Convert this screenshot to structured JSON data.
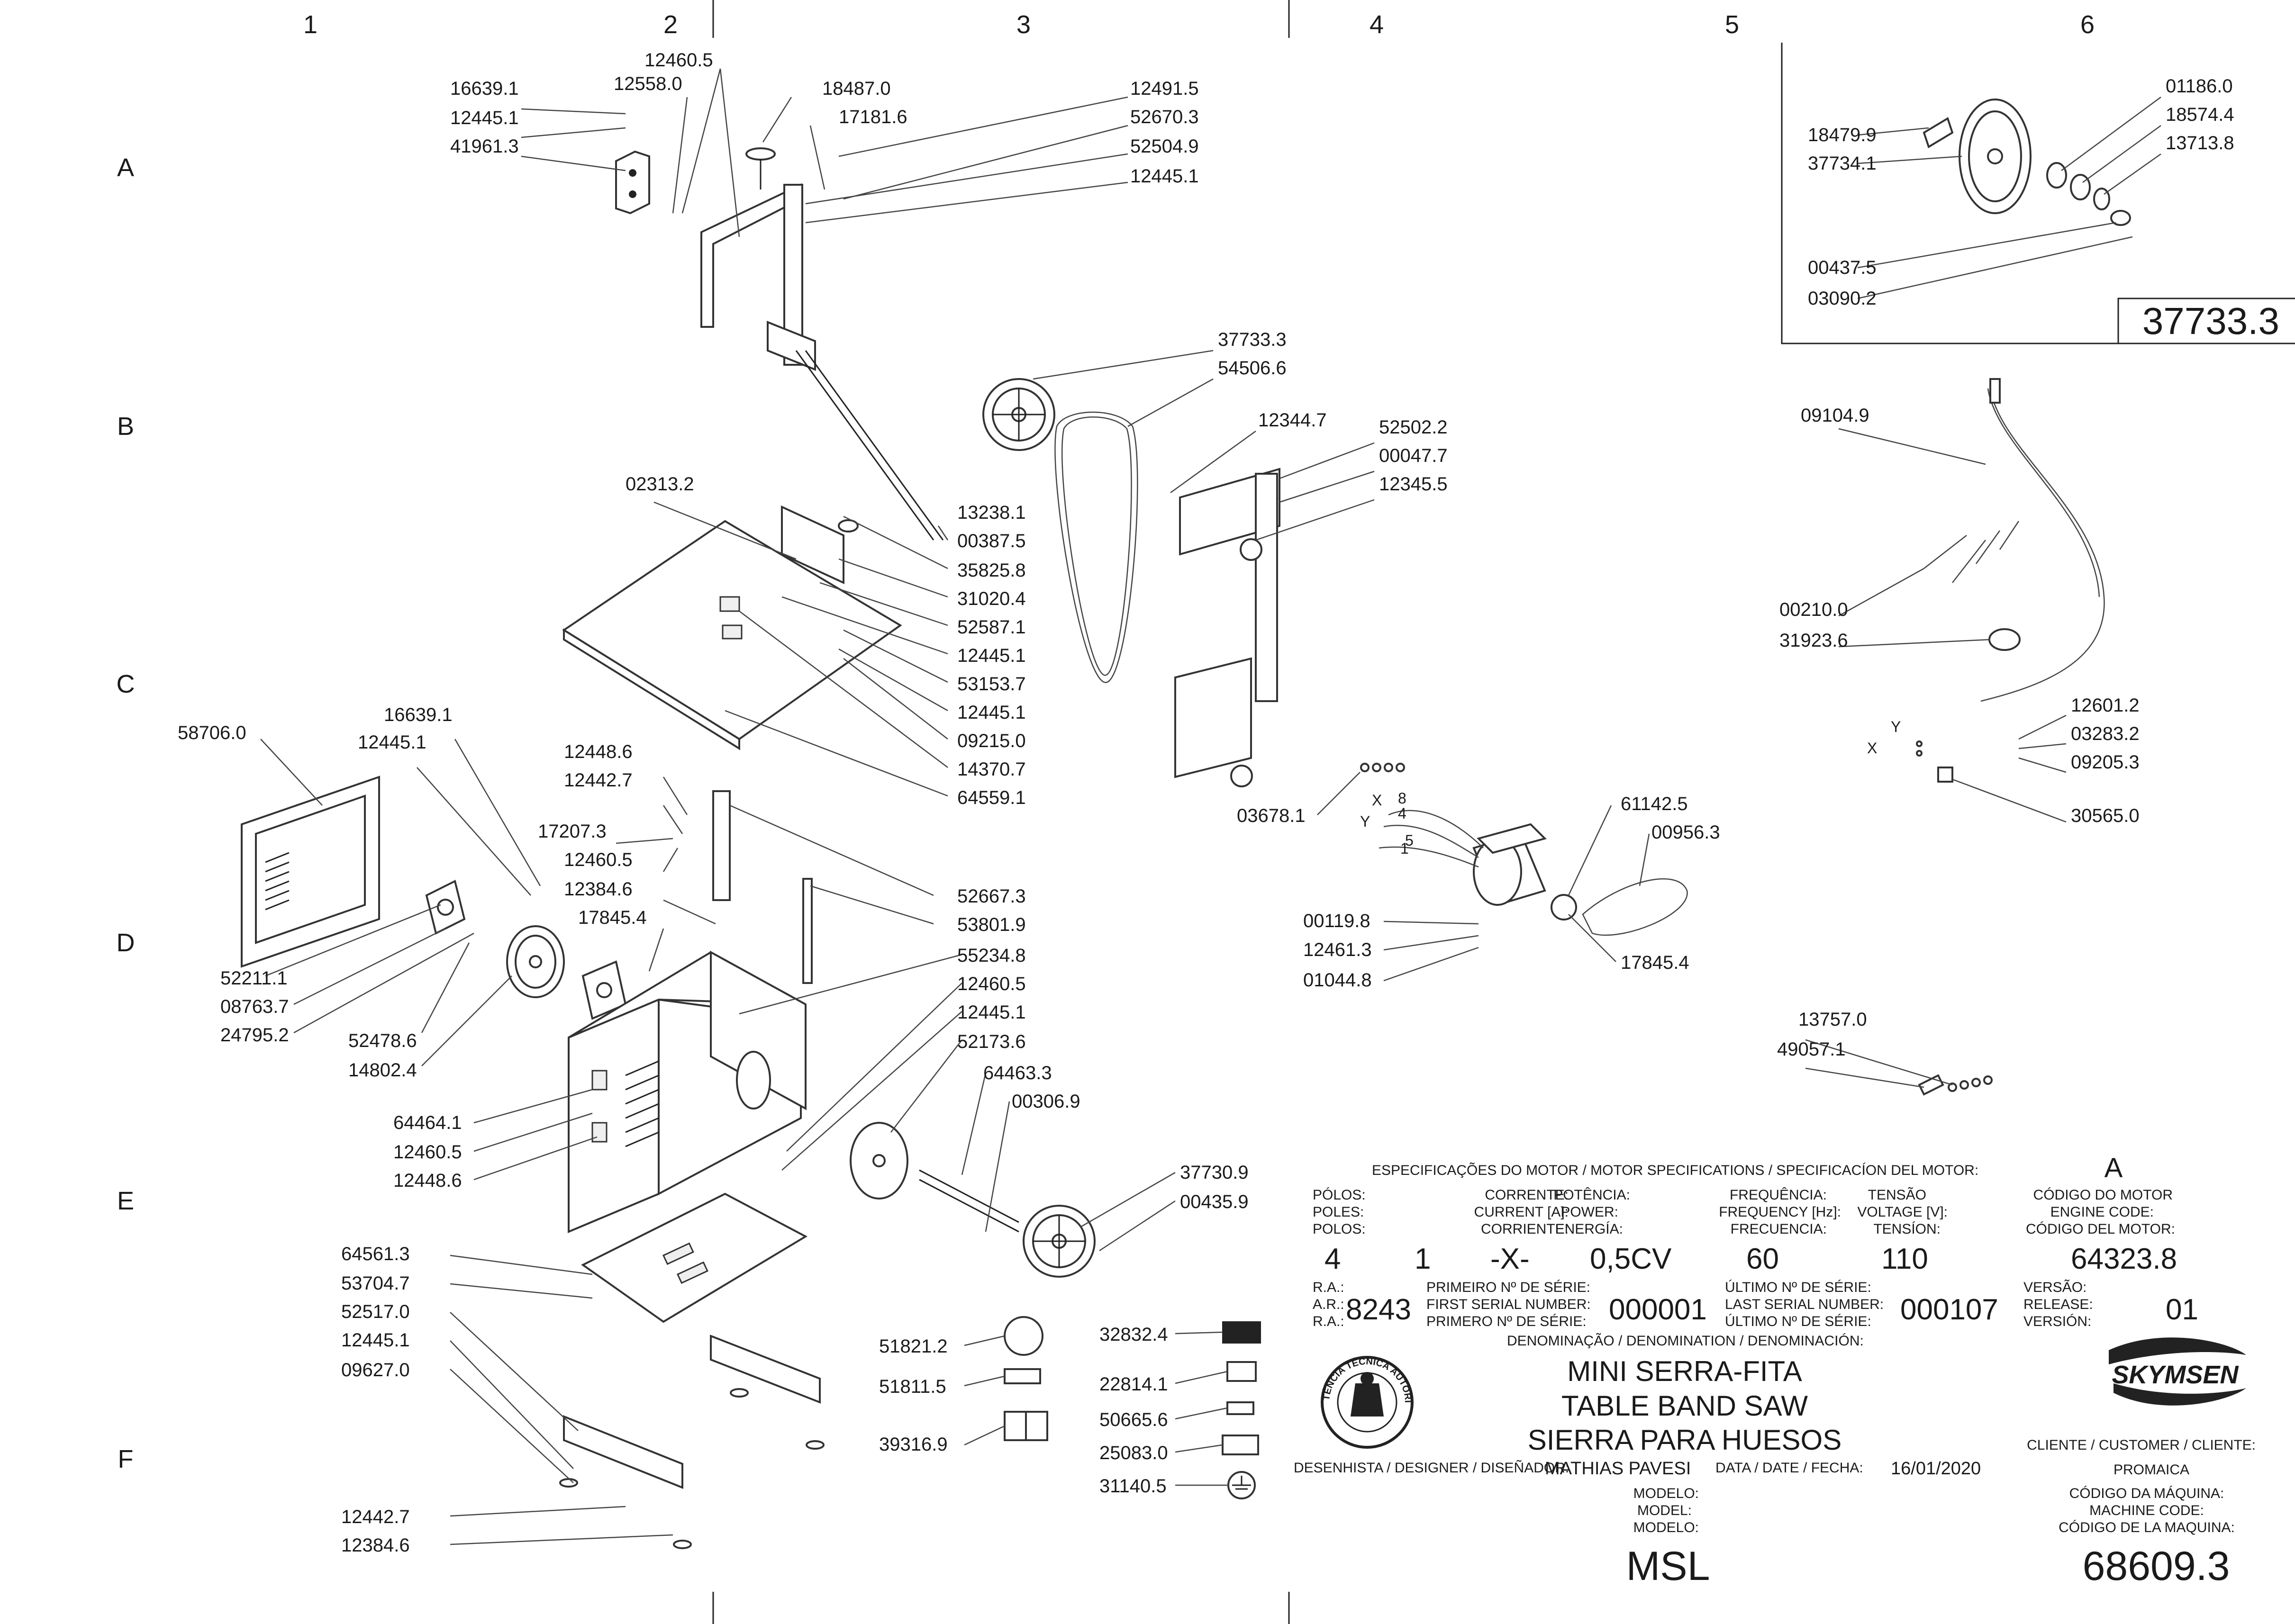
{
  "grid": {
    "columns": [
      "1",
      "2",
      "3",
      "4",
      "5",
      "6"
    ],
    "rows": [
      "A",
      "B",
      "C",
      "D",
      "E",
      "F"
    ]
  },
  "callouts": [
    {
      "id": "c01",
      "text": "16639.1"
    },
    {
      "id": "c02",
      "text": "12445.1"
    },
    {
      "id": "c03",
      "text": "41961.3"
    },
    {
      "id": "c04",
      "text": "12460.5"
    },
    {
      "id": "c05",
      "text": "12558.0"
    },
    {
      "id": "c06",
      "text": "18487.0"
    },
    {
      "id": "c07",
      "text": "17181.6"
    },
    {
      "id": "c08",
      "text": "12491.5"
    },
    {
      "id": "c09",
      "text": "52670.3"
    },
    {
      "id": "c10",
      "text": "52504.9"
    },
    {
      "id": "c11",
      "text": "12445.1"
    },
    {
      "id": "c12",
      "text": "37733.3"
    },
    {
      "id": "c13",
      "text": "54506.6"
    },
    {
      "id": "c14",
      "text": "12344.7"
    },
    {
      "id": "c15",
      "text": "52502.2"
    },
    {
      "id": "c16",
      "text": "00047.7"
    },
    {
      "id": "c17",
      "text": "12345.5"
    },
    {
      "id": "c18",
      "text": "02313.2"
    },
    {
      "id": "c19",
      "text": "13238.1"
    },
    {
      "id": "c20",
      "text": "00387.5"
    },
    {
      "id": "c21",
      "text": "35825.8"
    },
    {
      "id": "c22",
      "text": "31020.4"
    },
    {
      "id": "c23",
      "text": "52587.1"
    },
    {
      "id": "c24",
      "text": "12445.1"
    },
    {
      "id": "c25",
      "text": "53153.7"
    },
    {
      "id": "c26",
      "text": "12445.1"
    },
    {
      "id": "c27",
      "text": "09215.0"
    },
    {
      "id": "c28",
      "text": "14370.7"
    },
    {
      "id": "c29",
      "text": "64559.1"
    },
    {
      "id": "c30",
      "text": "58706.0"
    },
    {
      "id": "c31",
      "text": "16639.1"
    },
    {
      "id": "c32",
      "text": "12445.1"
    },
    {
      "id": "c33",
      "text": "12448.6"
    },
    {
      "id": "c34",
      "text": "12442.7"
    },
    {
      "id": "c35",
      "text": "17207.3"
    },
    {
      "id": "c36",
      "text": "12460.5"
    },
    {
      "id": "c37",
      "text": "12384.6"
    },
    {
      "id": "c38",
      "text": "17845.4"
    },
    {
      "id": "c39",
      "text": "52667.3"
    },
    {
      "id": "c40",
      "text": "53801.9"
    },
    {
      "id": "c41",
      "text": "55234.8"
    },
    {
      "id": "c42",
      "text": "12460.5"
    },
    {
      "id": "c43",
      "text": "12445.1"
    },
    {
      "id": "c44",
      "text": "52173.6"
    },
    {
      "id": "c45",
      "text": "64463.3"
    },
    {
      "id": "c46",
      "text": "00306.9"
    },
    {
      "id": "c47",
      "text": "52211.1"
    },
    {
      "id": "c48",
      "text": "08763.7"
    },
    {
      "id": "c49",
      "text": "24795.2"
    },
    {
      "id": "c50",
      "text": "52478.6"
    },
    {
      "id": "c51",
      "text": "14802.4"
    },
    {
      "id": "c52",
      "text": "64464.1"
    },
    {
      "id": "c53",
      "text": "12460.5"
    },
    {
      "id": "c54",
      "text": "12448.6"
    },
    {
      "id": "c55",
      "text": "37730.9"
    },
    {
      "id": "c56",
      "text": "00435.9"
    },
    {
      "id": "c57",
      "text": "64561.3"
    },
    {
      "id": "c58",
      "text": "53704.7"
    },
    {
      "id": "c59",
      "text": "52517.0"
    },
    {
      "id": "c60",
      "text": "12445.1"
    },
    {
      "id": "c61",
      "text": "09627.0"
    },
    {
      "id": "c62",
      "text": "12442.7"
    },
    {
      "id": "c63",
      "text": "12384.6"
    },
    {
      "id": "c64",
      "text": "51821.2"
    },
    {
      "id": "c65",
      "text": "51811.5"
    },
    {
      "id": "c66",
      "text": "39316.9"
    },
    {
      "id": "c67",
      "text": "32832.4"
    },
    {
      "id": "c68",
      "text": "22814.1"
    },
    {
      "id": "c69",
      "text": "50665.6"
    },
    {
      "id": "c70",
      "text": "25083.0"
    },
    {
      "id": "c71",
      "text": "31140.5"
    },
    {
      "id": "c72",
      "text": "03678.1"
    },
    {
      "id": "c73",
      "text": "61142.5"
    },
    {
      "id": "c74",
      "text": "00956.3"
    },
    {
      "id": "c75",
      "text": "00119.8"
    },
    {
      "id": "c76",
      "text": "12461.3"
    },
    {
      "id": "c77",
      "text": "01044.8"
    },
    {
      "id": "c78",
      "text": "17845.4"
    },
    {
      "id": "c79",
      "text": "18479.9"
    },
    {
      "id": "c80",
      "text": "37734.1"
    },
    {
      "id": "c81",
      "text": "01186.0"
    },
    {
      "id": "c82",
      "text": "18574.4"
    },
    {
      "id": "c83",
      "text": "13713.8"
    },
    {
      "id": "c84",
      "text": "00437.5"
    },
    {
      "id": "c85",
      "text": "03090.2"
    },
    {
      "id": "c86",
      "text": "09104.9"
    },
    {
      "id": "c87",
      "text": "00210.0"
    },
    {
      "id": "c88",
      "text": "31923.6"
    },
    {
      "id": "c89",
      "text": "12601.2"
    },
    {
      "id": "c90",
      "text": "03283.2"
    },
    {
      "id": "c91",
      "text": "09205.3"
    },
    {
      "id": "c92",
      "text": "30565.0"
    },
    {
      "id": "c93",
      "text": "13757.0"
    },
    {
      "id": "c94",
      "text": "49057.1"
    }
  ],
  "subassembly": {
    "code": "37733.3"
  },
  "wiring": {
    "x": "X",
    "y": "Y",
    "num_8": "8",
    "num_4": "4",
    "num_5": "5",
    "num_1": "1"
  },
  "title_block": {
    "motor_spec_heading": "ESPECIFICAÇÕES DO MOTOR / MOTOR SPECIFICATIONS / SPECIFICACÍON DEL MOTOR:",
    "revision_letter": "A",
    "poles": {
      "pt": "PÓLOS:",
      "en": "POLES:",
      "es": "POLOS:",
      "value": "4"
    },
    "current": {
      "pt": "CORRENTE:",
      "en": "CURRENT [A]:",
      "es": "CORRIENTE:",
      "value1": "1",
      "value2": "-X-"
    },
    "power": {
      "pt": "POTÊNCIA:",
      "en": "POWER:",
      "es": "ENERGÍA:",
      "value": "0,5CV"
    },
    "frequency": {
      "pt": "FREQUÊNCIA:",
      "en": "FREQUENCY [Hz]:",
      "es": "FRECUENCIA:",
      "value": "60"
    },
    "voltage": {
      "pt": "TENSÃO",
      "en": "VOLTAGE [V]:",
      "es": "TENSÍON:",
      "value": "110"
    },
    "motor_code": {
      "pt": "CÓDIGO DO MOTOR",
      "en": "ENGINE CODE:",
      "es": "CÓDIGO DEL MOTOR:",
      "value": "64323.8"
    },
    "ra": {
      "pt": "R.A.:",
      "en": "A.R.:",
      "es": "R.A.:",
      "value": "8243"
    },
    "first_serial": {
      "pt": "PRIMEIRO Nº DE SÉRIE:",
      "en": "FIRST SERIAL NUMBER:",
      "es": "PRIMERO Nº DE SÉRIE:",
      "value": "000001"
    },
    "last_serial": {
      "pt": "ÚLTIMO Nº DE SÉRIE:",
      "en": "LAST SERIAL NUMBER:",
      "es": "ÚLTIMO Nº DE SÉRIE:",
      "value": "000107"
    },
    "version": {
      "pt": "VERSÃO:",
      "en": "RELEASE:",
      "es": "VERSIÓN:",
      "value": "01"
    },
    "denomination_heading": "DENOMINAÇÃO / DENOMINATION / DENOMINACIÓN:",
    "name_pt": "MINI SERRA-FITA",
    "name_en": "TABLE BAND SAW",
    "name_es": "SIERRA PARA HUESOS",
    "designer_label": "DESENHISTA / DESIGNER / DISEÑADOR:",
    "designer": "MATHIAS PAVESI",
    "date_label": "DATA / DATE / FECHA:",
    "date": "16/01/2020",
    "model": {
      "pt": "MODELO:",
      "en": "MODEL:",
      "es": "MODELO:",
      "value": "MSL"
    },
    "customer_label": "CLIENTE / CUSTOMER / CLIENTE:",
    "customer": "PROMAICA",
    "machine_code": {
      "pt": "CÓDIGO DA MÁQUINA:",
      "en": "MACHINE CODE:",
      "es": "CÓDIGO DE LA MAQUINA:",
      "value": "68609.3"
    },
    "brand": "SKYMSEN",
    "seal_text": "ASSISTÊNCIA TÉCNICA AUTORIZADA"
  }
}
